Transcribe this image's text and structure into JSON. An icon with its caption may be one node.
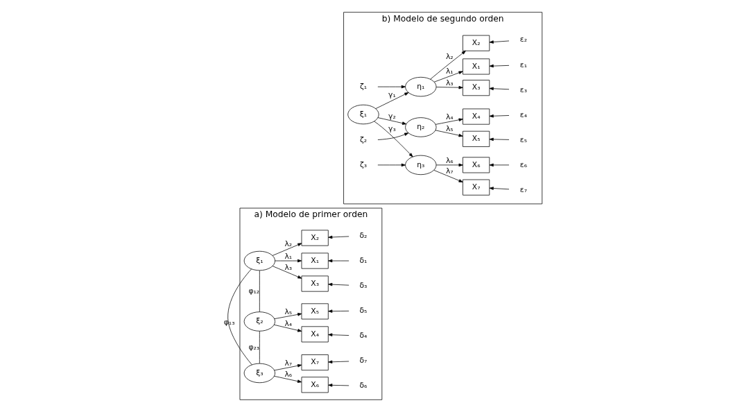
{
  "diagram": {
    "nodes": [
      {
        "text": [
          "a) Modelo de primer orden"
        ]
      },
      {
        "text": [
          "ξ₁"
        ],
        "in": 0
      },
      {
        "text": [
          "ξ₂"
        ],
        "in": 0
      },
      {
        "text": [
          "ξ₃"
        ],
        "in": 0
      },
      {
        "text": [
          "X₁"
        ],
        "in": 0
      },
      {
        "text": [
          "X₂"
        ],
        "in": 0
      },
      {
        "text": [
          "X₃"
        ],
        "in": 0
      },
      {
        "text": [
          "X₄"
        ],
        "in": 0
      },
      {
        "text": [
          "X₅"
        ],
        "in": 0
      },
      {
        "text": [
          "X₆"
        ],
        "in": 0
      },
      {
        "text": [
          "X₇"
        ],
        "in": 0
      },
      {
        "text": [
          "δ₁"
        ],
        "in": 0
      },
      {
        "text": [
          "δ₂"
        ],
        "in": 0
      },
      {
        "text": [
          "δ₃"
        ],
        "in": 0
      },
      {
        "text": [
          "δ₄"
        ],
        "in": 0
      },
      {
        "text": [
          "δ₅"
        ],
        "in": 0
      },
      {
        "text": [
          "δ₆"
        ],
        "in": 0
      },
      {
        "text": [
          "δ₇"
        ],
        "in": 0
      },
      {
        "text": [
          "b) Modelo de segundo orden"
        ]
      },
      {
        "text": [
          "ξ₁"
        ],
        "in": 18
      },
      {
        "text": [
          "η₁"
        ],
        "in": 18
      },
      {
        "text": [
          "η₂"
        ],
        "in": 18
      },
      {
        "text": [
          "η₃"
        ],
        "in": 18
      },
      {
        "text": [
          "ζ₁"
        ],
        "in": 18
      },
      {
        "text": [
          "ζ₂"
        ],
        "in": 18
      },
      {
        "text": [
          "ζ₃"
        ],
        "in": 18
      },
      {
        "text": [
          "X₁"
        ],
        "in": 18
      },
      {
        "text": [
          "X₂"
        ],
        "in": 18
      },
      {
        "text": [
          "X₃"
        ],
        "in": 18
      },
      {
        "text": [
          "X₄"
        ],
        "in": 18
      },
      {
        "text": [
          "X₅"
        ],
        "in": 18
      },
      {
        "text": [
          "X₆"
        ],
        "in": 18
      },
      {
        "text": [
          "X₇"
        ],
        "in": 18
      },
      {
        "text": [
          "ε₁"
        ],
        "in": 18
      },
      {
        "text": [
          "ε₂"
        ],
        "in": 18
      },
      {
        "text": [
          "ε₃"
        ],
        "in": 18
      },
      {
        "text": [
          "ε₄"
        ],
        "in": 18
      },
      {
        "text": [
          "ε₅"
        ],
        "in": 18
      },
      {
        "text": [
          "ε₆"
        ],
        "in": 18
      },
      {
        "text": [
          "ε₇"
        ],
        "in": 18
      }
    ],
    "edges": [
      {
        "from": 1,
        "to": 4,
        "arrow": "to",
        "label": "λ₁"
      },
      {
        "from": 1,
        "to": 5,
        "arrow": "to",
        "label": "λ₂"
      },
      {
        "from": 1,
        "to": 6,
        "arrow": "to",
        "label": "λ₃"
      },
      {
        "from": 2,
        "to": 7,
        "arrow": "to",
        "label": "λ₄"
      },
      {
        "from": 2,
        "to": 8,
        "arrow": "to",
        "label": "λ₅"
      },
      {
        "from": 3,
        "to": 9,
        "arrow": "to",
        "label": "λ₆"
      },
      {
        "from": 3,
        "to": 10,
        "arrow": "to",
        "label": "λ₇"
      },
      {
        "from": 11,
        "to": 4,
        "arrow": "to"
      },
      {
        "from": 12,
        "to": 5,
        "arrow": "to"
      },
      {
        "from": 13,
        "to": 6,
        "arrow": "to"
      },
      {
        "from": 14,
        "to": 7,
        "arrow": "to"
      },
      {
        "from": 15,
        "to": 8,
        "arrow": "to"
      },
      {
        "from": 16,
        "to": 9,
        "arrow": "to"
      },
      {
        "from": 17,
        "to": 10,
        "arrow": "to"
      },
      {
        "from": 1,
        "to": 2,
        "arrow": "none",
        "label": "φ₁₂"
      },
      {
        "from": 1,
        "to": 3,
        "arrow": "none",
        "label": "φ₁₃"
      },
      {
        "from": 2,
        "to": 3,
        "arrow": "none",
        "label": "φ₂₃"
      },
      {
        "from": 19,
        "to": 20,
        "arrow": "to",
        "label": "γ₁"
      },
      {
        "from": 19,
        "to": 21,
        "arrow": "to",
        "label": "γ₂"
      },
      {
        "from": 19,
        "to": 22,
        "arrow": "to",
        "label": "γ₃"
      },
      {
        "from": 23,
        "to": 20,
        "arrow": "to"
      },
      {
        "from": 24,
        "to": 21,
        "arrow": "to"
      },
      {
        "from": 25,
        "to": 22,
        "arrow": "to"
      },
      {
        "from": 20,
        "to": 26,
        "arrow": "to",
        "label": "λ₁"
      },
      {
        "from": 20,
        "to": 27,
        "arrow": "to",
        "label": "λ₂"
      },
      {
        "from": 20,
        "to": 28,
        "arrow": "to",
        "label": "λ₃"
      },
      {
        "from": 21,
        "to": 29,
        "arrow": "to",
        "label": "λ₄"
      },
      {
        "from": 21,
        "to": 30,
        "arrow": "to",
        "label": "λ₅"
      },
      {
        "from": 22,
        "to": 31,
        "arrow": "to",
        "label": "λ₆"
      },
      {
        "from": 22,
        "to": 32,
        "arrow": "to",
        "label": "λ₇"
      },
      {
        "from": 33,
        "to": 26,
        "arrow": "to"
      },
      {
        "from": 34,
        "to": 27,
        "arrow": "to"
      },
      {
        "from": 35,
        "to": 28,
        "arrow": "to"
      },
      {
        "from": 36,
        "to": 29,
        "arrow": "to"
      },
      {
        "from": 37,
        "to": 30,
        "arrow": "to"
      },
      {
        "from": 38,
        "to": 31,
        "arrow": "to"
      },
      {
        "from": 39,
        "to": 32,
        "arrow": "to"
      }
    ]
  }
}
